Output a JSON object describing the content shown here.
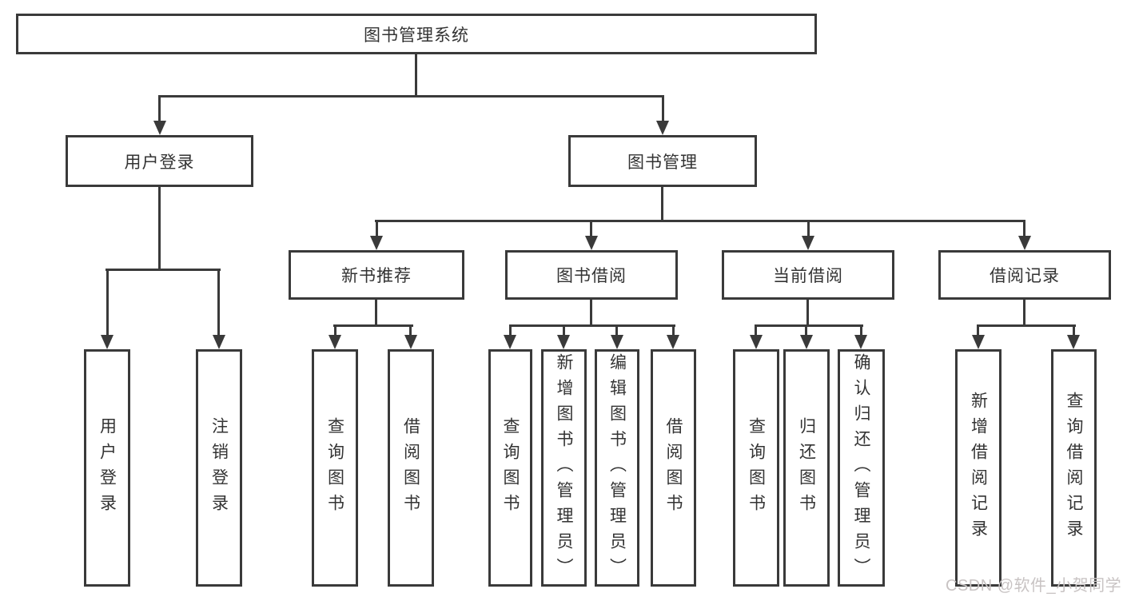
{
  "tree": {
    "root": {
      "label": "图书管理系统"
    },
    "level2": [
      {
        "label": "用户登录",
        "children": [
          "用户登录",
          "注销登录"
        ]
      },
      {
        "label": "图书管理",
        "children": [
          {
            "label": "新书推荐",
            "children": [
              "查询图书",
              "借阅图书"
            ]
          },
          {
            "label": "图书借阅",
            "children": [
              "查询图书",
              "新增图书（管理员）",
              "编辑图书（管理员）",
              "借阅图书"
            ]
          },
          {
            "label": "当前借阅",
            "children": [
              "查询图书",
              "归还图书",
              "确认归还（管理员）"
            ]
          },
          {
            "label": "借阅记录",
            "children": [
              "新增借阅记录",
              "查询借阅记录"
            ]
          }
        ]
      }
    ]
  },
  "watermark": "CSDN @软件_小贺同学",
  "colors": {
    "line": "#3a3a3a",
    "text": "#333333",
    "background": "#ffffff",
    "watermark": "#c8c3c3"
  }
}
